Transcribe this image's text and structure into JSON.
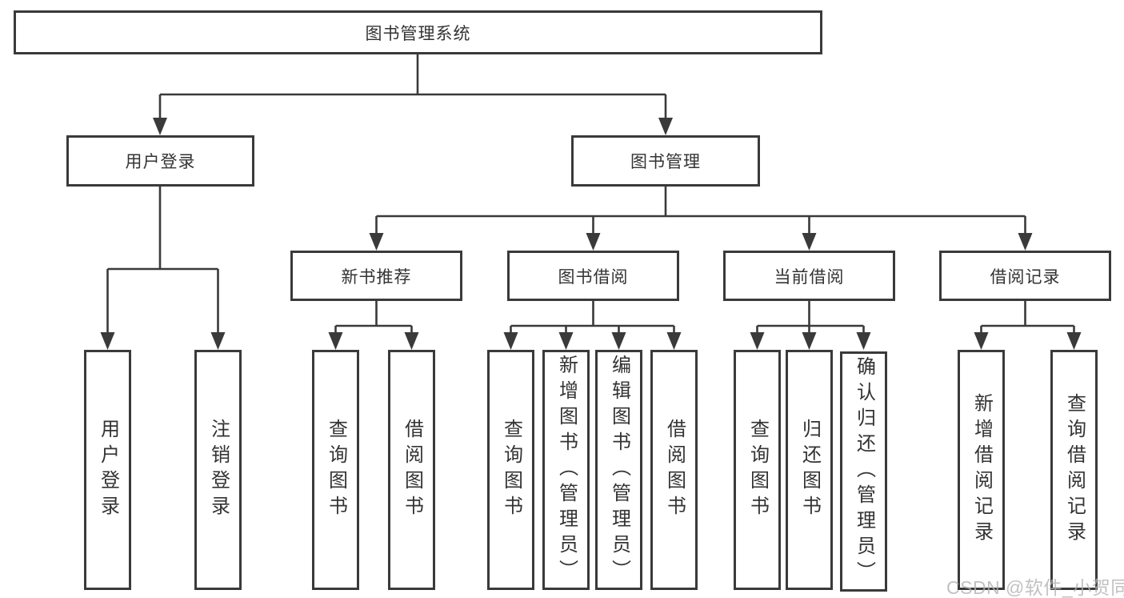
{
  "diagram": {
    "title": "图书管理系统",
    "root": "图书管理系统",
    "user_login": {
      "label": "用户登录",
      "children": [
        "用户登录",
        "注销登录"
      ]
    },
    "book_management": {
      "label": "图书管理",
      "sections": [
        {
          "label": "新书推荐",
          "children": [
            "查询图书",
            "借阅图书"
          ]
        },
        {
          "label": "图书借阅",
          "children": [
            "查询图书",
            "新增图书（管理员）",
            "编辑图书（管理员）",
            "借阅图书"
          ]
        },
        {
          "label": "当前借阅",
          "children": [
            "查询图书",
            "归还图书",
            "确认归还（管理员）"
          ]
        },
        {
          "label": "借阅记录",
          "children": [
            "新增借阅记录",
            "查询借阅记录"
          ]
        }
      ]
    },
    "watermark": "CSDN @软件_小贺同学",
    "colors": {
      "line": "#3a3a3a",
      "box_border": "#3a3a3a",
      "text": "#333333",
      "background": "#ffffff",
      "watermark": "#b2b2b2"
    }
  }
}
